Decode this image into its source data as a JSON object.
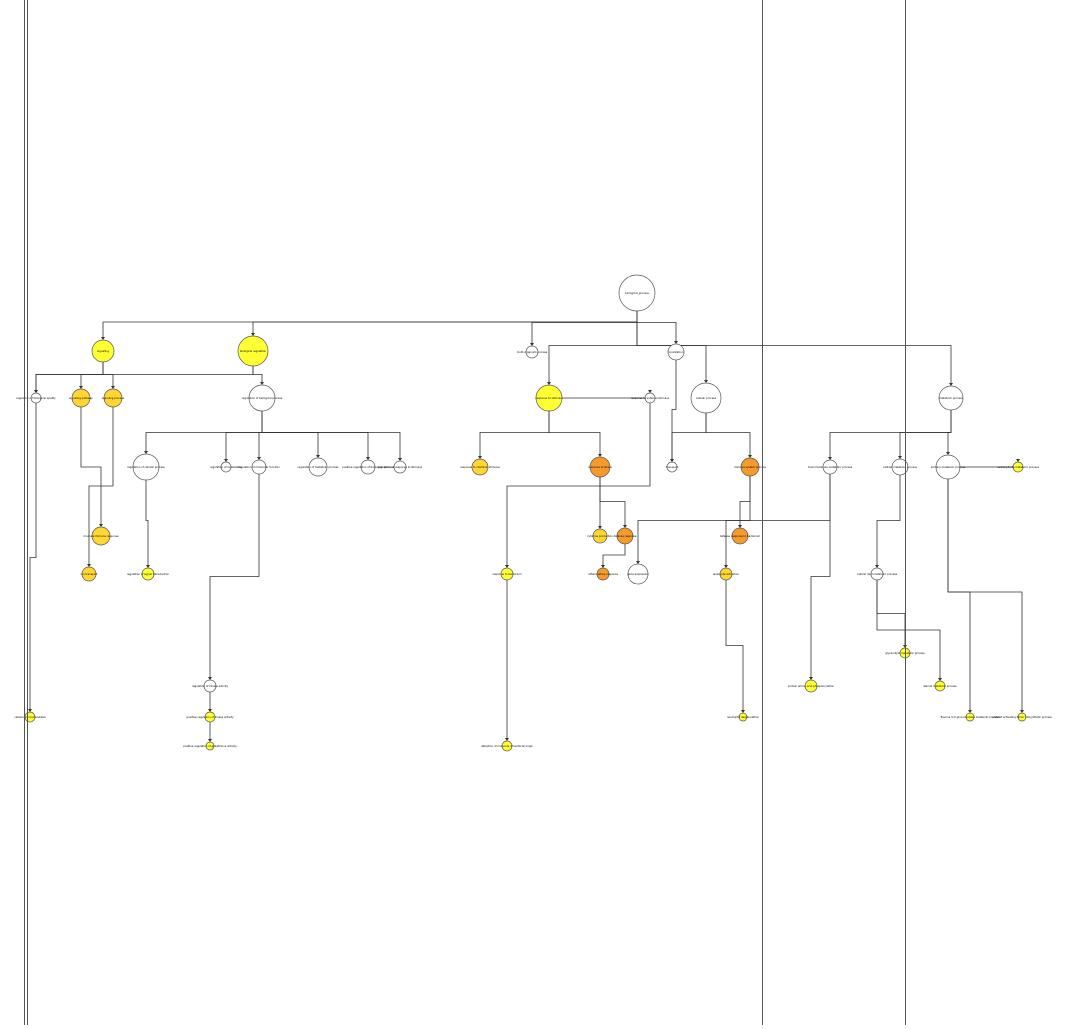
{
  "colors": {
    "edge": "#333333",
    "node_stroke": "#555555",
    "white": "#ffffff",
    "yellow": "#ffff33",
    "gold": "#ffd633",
    "orange": "#f59b2e"
  },
  "nodes": {
    "root": "biological_process",
    "signaling": "signaling",
    "bio_reg": "biological regulation",
    "multi_org": "multi-organism process",
    "localization": "localization",
    "reg_bio_quality": "regulation of biological quality",
    "signaling_pathway": "signaling pathway",
    "signaling_process": "signaling process",
    "reg_bio_process": "regulation of biological process",
    "response_stimulus": "response to stimulus",
    "response_ext": "response to external stimulus",
    "cellular_process": "cellular process",
    "metabolic": "metabolic process",
    "macromolecule_metabolic": "macromolecule metabolic process",
    "cellular_metabolic": "cellular metabolic process",
    "primary_metabolic": "primary metabolic process",
    "response_chemical": "response to chemical stimulus",
    "transport": "transport",
    "response_stress": "response to stress",
    "immune_process": "immune system process",
    "inflammatory": "inflammatory response",
    "defense": "defense response",
    "reg_cellular_process": "regulation of cellular process",
    "pos_reg_bio": "positive regulation of biological process",
    "reg_metabolic": "regulation of metabolic process",
    "reg_molecular_function": "regulation of molecular function",
    "reg_localization": "regulation of localization",
    "reg_response_stimulus": "regulation of response to stimulus",
    "response_bacterium": "response to bacterium",
    "defense_bacterium": "defense response to bacterium",
    "reg_kinase": "regulation of kinase activity",
    "pos_reg_kinase": "positive regulation of kinase activity",
    "pos_reg_glutathione": "positive regulation of glutathione activity",
    "cytokine_production": "cytokine production",
    "leukocyte_activation": "leukocyte activation",
    "neutrophil": "neutrophil degranulation",
    "gene_expression": "gene expression",
    "protein_amino_acid_phos": "protein amino acid phosphorylation",
    "glycerolipid": "glycerolipid metabolic process",
    "steroid_metabolic": "steroid metabolic process",
    "cellular_lipid": "cellular lipid metabolic process",
    "carbohydrate": "carbohydrate metabolic process",
    "flavonoid": "flavone 3-O-glucuronidase metabolic process",
    "platelet": "platelet activating factor biosynthetic process",
    "detection_bacterium": "detection of molecule of bacterial origin",
    "cellular_ion": "cellular ion homeostasis",
    "mucosal_immune": "mucosal immune response",
    "ion_transport": "ion transport",
    "reg_signal": "regulation of signal transduction"
  }
}
